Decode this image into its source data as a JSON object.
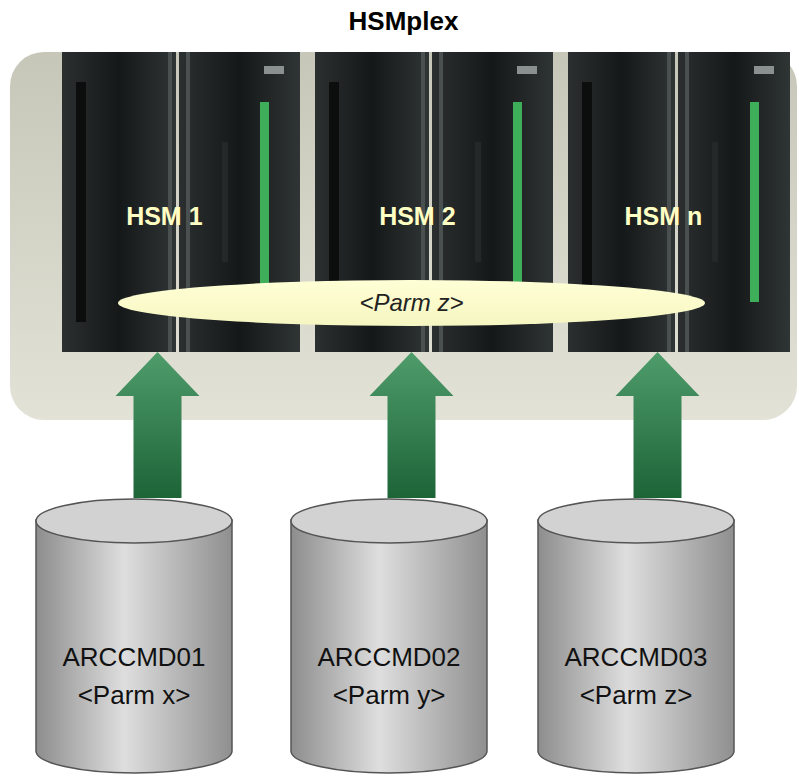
{
  "diagram": {
    "nodes": [
      {
        "text": [
          "HSMplex"
        ]
      },
      {
        "text": [
          "HSM 1"
        ],
        "in": 0
      },
      {
        "text": [
          "HSM 2"
        ],
        "in": 0
      },
      {
        "text": [
          "HSM n"
        ],
        "in": 0
      },
      {
        "text": [
          "<Parm z>"
        ],
        "in": 0
      },
      {
        "text": [
          "ARCCMD01",
          "<Parm x>"
        ]
      },
      {
        "text": [
          "ARCCMD02",
          "<Parm y>"
        ]
      },
      {
        "text": [
          "ARCCMD03",
          "<Parm z>"
        ]
      }
    ],
    "edges": [
      {
        "from": 5,
        "to": 1,
        "arrow": "to"
      },
      {
        "from": 6,
        "to": 2,
        "arrow": "to"
      },
      {
        "from": 7,
        "to": 3,
        "arrow": "to"
      }
    ]
  }
}
